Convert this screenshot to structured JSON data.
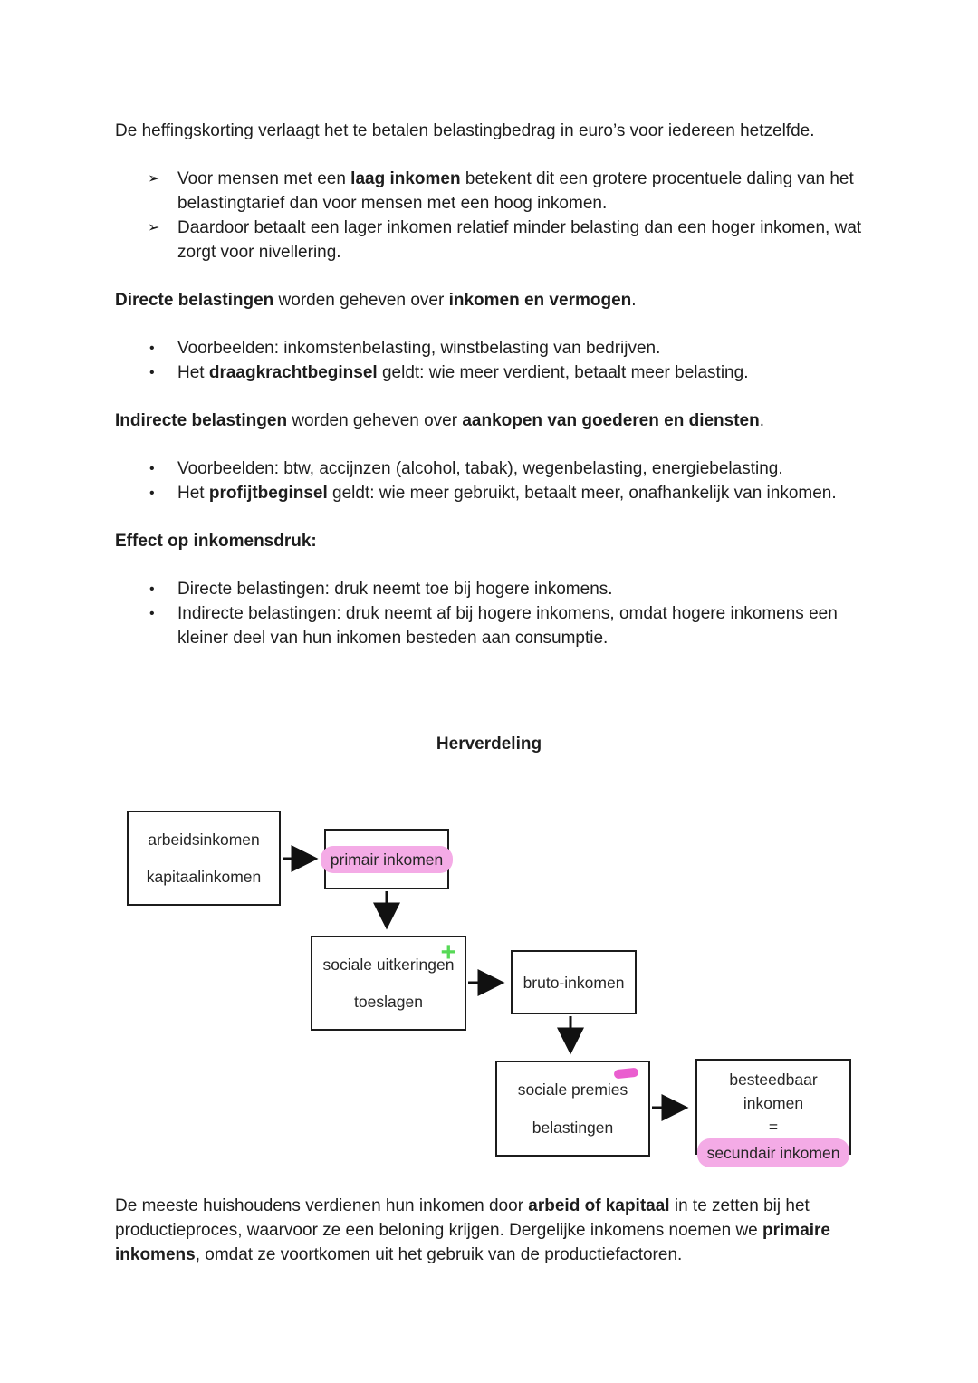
{
  "intro": [
    {
      "t": "De heffingskorting verlaagt het te betalen belastingbedrag in euro’s voor iedereen hetzelfde."
    }
  ],
  "arrow_bullet_char": "➢",
  "dot_bullet_char": "•",
  "arrow_list": [
    [
      {
        "t": "Voor mensen met een "
      },
      {
        "t": "laag inkomen",
        "b": true
      },
      {
        "t": " betekent dit een grotere procentuele daling van het belastingtarief dan voor mensen met een hoog inkomen."
      }
    ],
    [
      {
        "t": "Daardoor betaalt een lager inkomen relatief minder belasting dan een hoger inkomen, wat zorgt voor nivellering."
      }
    ]
  ],
  "section_direct": {
    "heading": [
      {
        "t": "Directe belastingen",
        "b": true
      },
      {
        "t": " worden geheven over "
      },
      {
        "t": "inkomen en vermogen",
        "b": true
      },
      {
        "t": "."
      }
    ],
    "bullets": [
      [
        {
          "t": "Voorbeelden: inkomstenbelasting, winstbelasting van bedrijven."
        }
      ],
      [
        {
          "t": "Het "
        },
        {
          "t": "draagkrachtbeginsel",
          "b": true
        },
        {
          "t": " geldt: wie meer verdient, betaalt meer belasting."
        }
      ]
    ]
  },
  "section_indirect": {
    "heading": [
      {
        "t": "Indirecte belastingen",
        "b": true
      },
      {
        "t": " worden geheven over "
      },
      {
        "t": "aankopen van goederen en diensten",
        "b": true
      },
      {
        "t": "."
      }
    ],
    "bullets": [
      [
        {
          "t": "Voorbeelden: btw, accijnzen (alcohol, tabak), wegenbelasting, energiebelasting."
        }
      ],
      [
        {
          "t": "Het "
        },
        {
          "t": "profijtbeginsel",
          "b": true
        },
        {
          "t": " geldt: wie meer gebruikt, betaalt meer, onafhankelijk van inkomen."
        }
      ]
    ]
  },
  "section_effect": {
    "heading": [
      {
        "t": "Effect op inkomensdruk:",
        "b": true
      }
    ],
    "bullets": [
      [
        {
          "t": "Directe belastingen: druk neemt toe bij hogere inkomens."
        }
      ],
      [
        {
          "t": "Indirecte belastingen: druk neemt af bij hogere inkomens, omdat hogere inkomens een kleiner deel van hun inkomen besteden aan consumptie."
        }
      ]
    ]
  },
  "diagram": {
    "title": "Herverdeling",
    "boxes": {
      "inputs": {
        "line1": "arbeidsinkomen",
        "line2": "kapitaalinkomen"
      },
      "primair": {
        "label": "primair inkomen",
        "highlighted": true
      },
      "uitkeringen": {
        "line1": "sociale uitkeringen",
        "line2": "toeslagen",
        "badge": "+"
      },
      "bruto": {
        "label": "bruto-inkomen"
      },
      "premies": {
        "line1": "sociale premies",
        "line2": "belastingen",
        "badge": "−"
      },
      "besteedbaar": {
        "line1": "besteedbaar inkomen",
        "line2": "=",
        "line3": "secundair inkomen",
        "line3_highlighted": true
      }
    },
    "colors": {
      "highlight_pink": "#f4abe6",
      "plus_green": "#57d957",
      "minus_pink": "#ea5ecf",
      "box_border": "#1c1c1c",
      "arrow": "#111111"
    }
  },
  "outro": [
    {
      "t": "De meeste huishoudens verdienen hun inkomen door "
    },
    {
      "t": "arbeid of kapitaal",
      "b": true
    },
    {
      "t": " in te zetten bij het productieproces, waarvoor ze een beloning krijgen. Dergelijke inkomens noemen we "
    },
    {
      "t": "primaire inkomens",
      "b": true
    },
    {
      "t": ", omdat ze voortkomen uit het gebruik van de productiefactoren."
    }
  ]
}
